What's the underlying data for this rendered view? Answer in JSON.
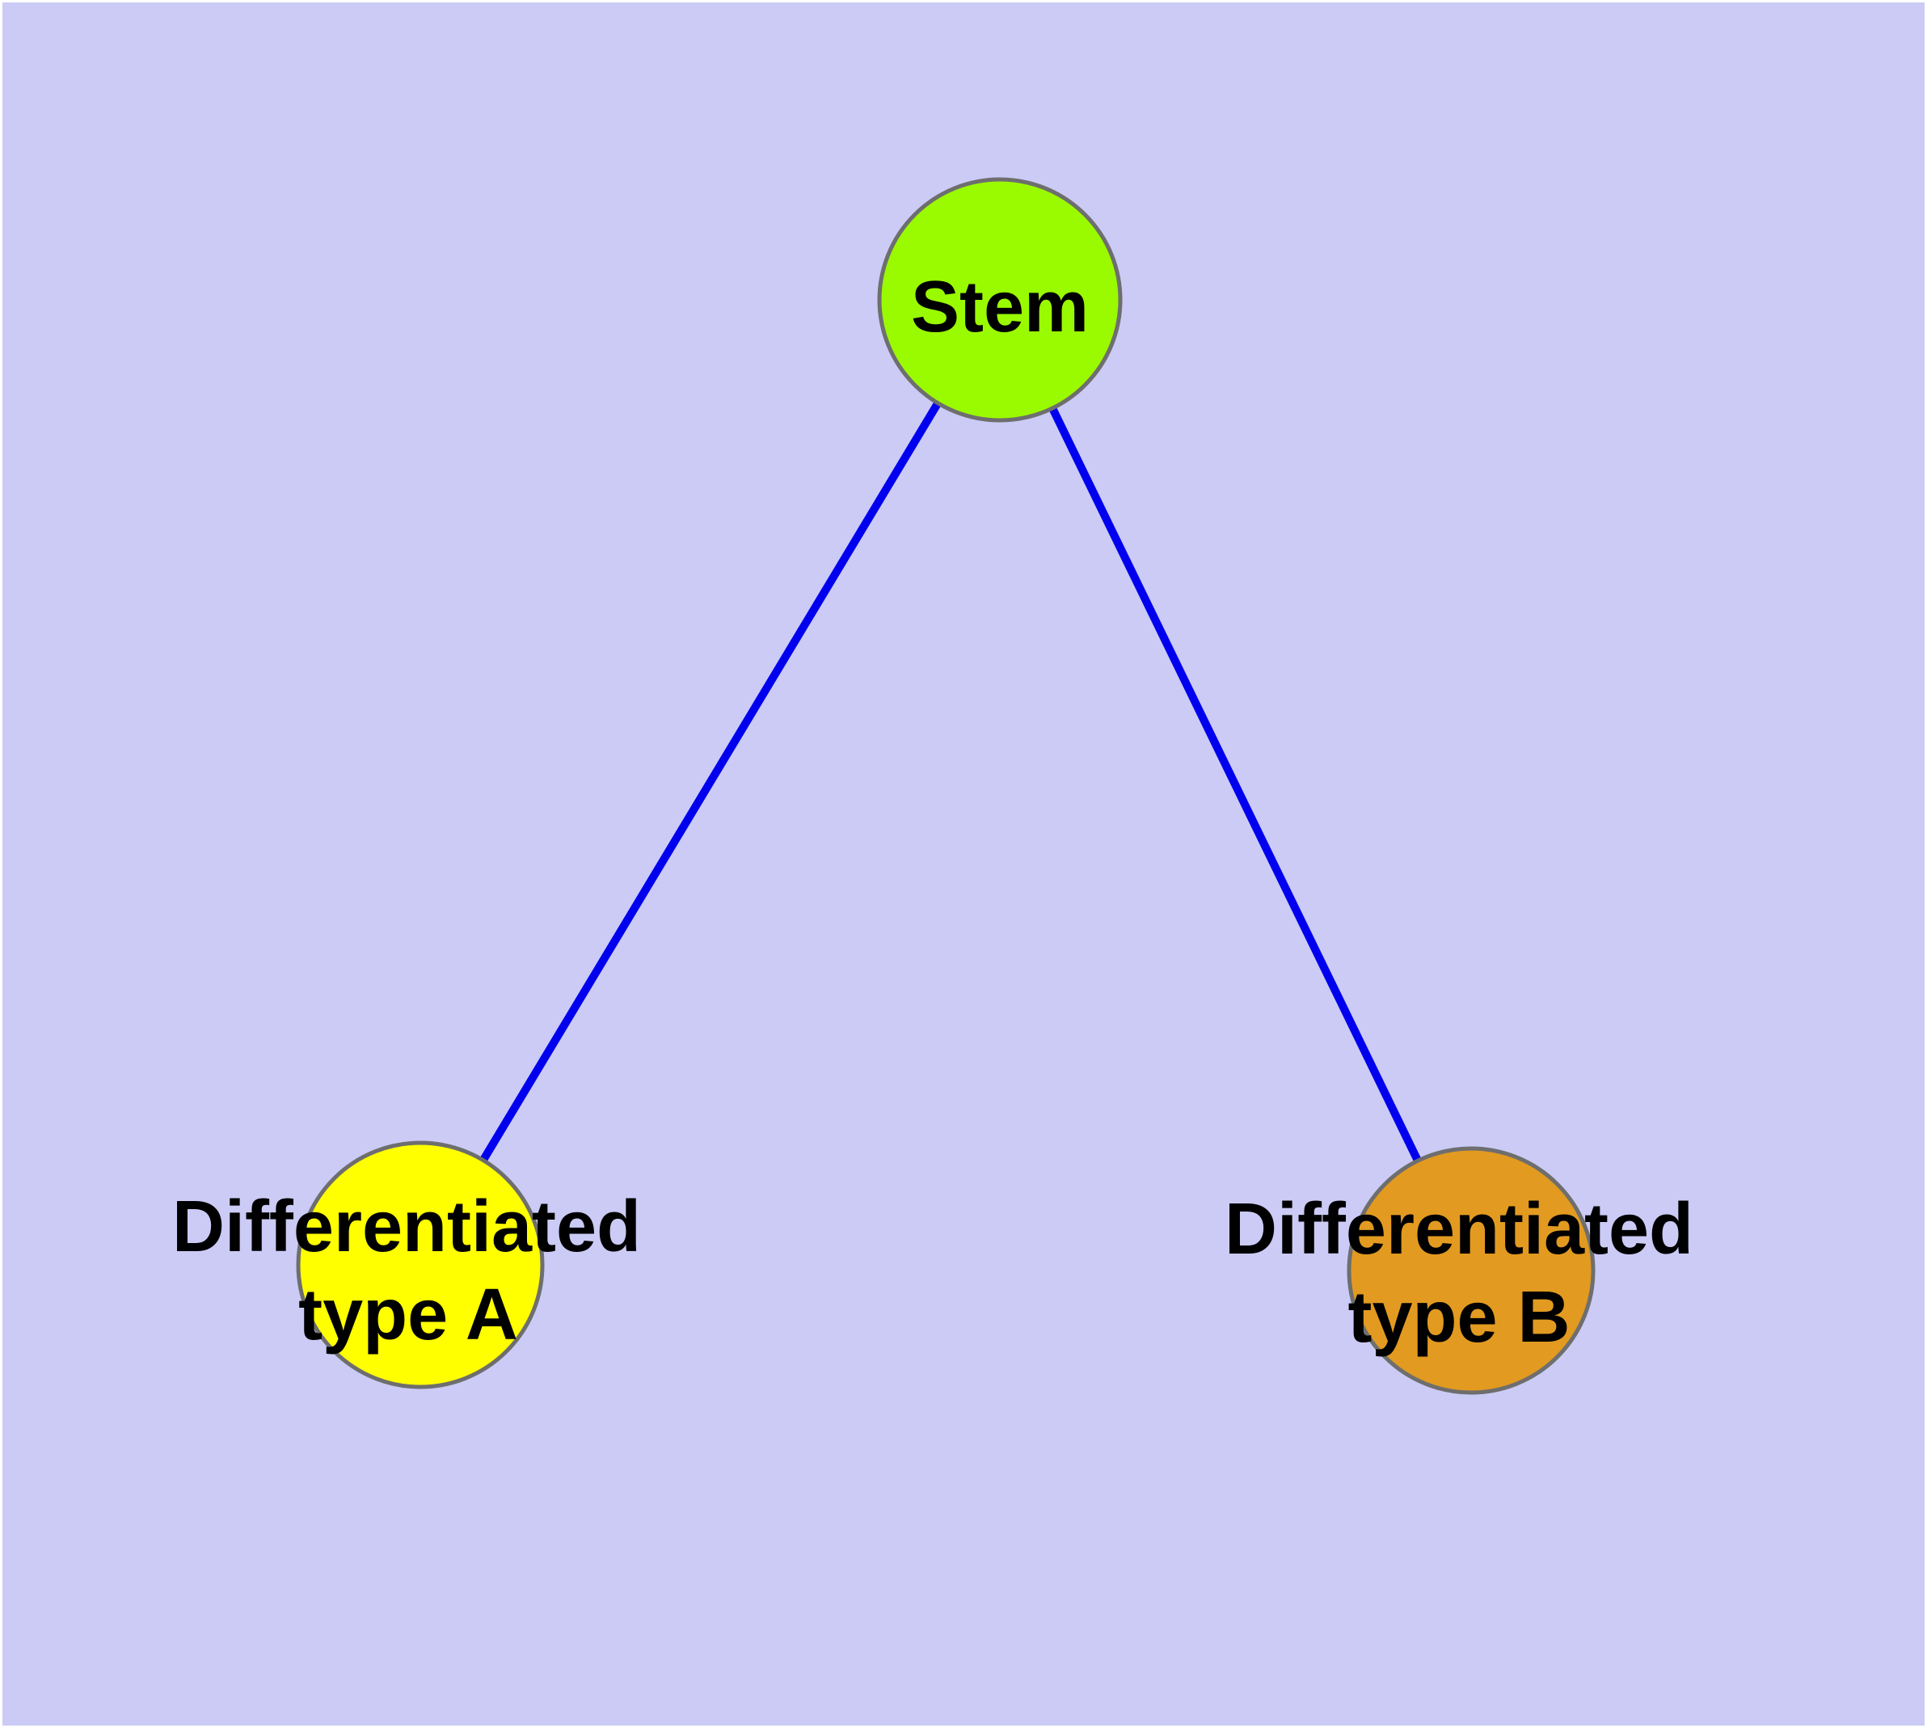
{
  "diagram": {
    "type": "tree-graph",
    "style": {
      "background_color": "#CBCBF6",
      "edge_color": "#0000EE",
      "node_border_color": "#6E6E6E",
      "label_color": "#000000"
    },
    "nodes": [
      {
        "id": "stem",
        "label": "Stem",
        "fill_color": "#9AFA00"
      },
      {
        "id": "differentiated-type-a",
        "label": "Differentiated type A",
        "label_lines": [
          "Differentiated",
          "type A"
        ],
        "fill_color": "#FFFF00"
      },
      {
        "id": "differentiated-type-b",
        "label": "Differentiated type B",
        "label_lines": [
          "Differentiated",
          "type B"
        ],
        "fill_color": "#E29A20"
      }
    ],
    "edges": [
      {
        "from": "Stem",
        "to": "Differentiated type A"
      },
      {
        "from": "Stem",
        "to": "Differentiated type B"
      }
    ]
  }
}
